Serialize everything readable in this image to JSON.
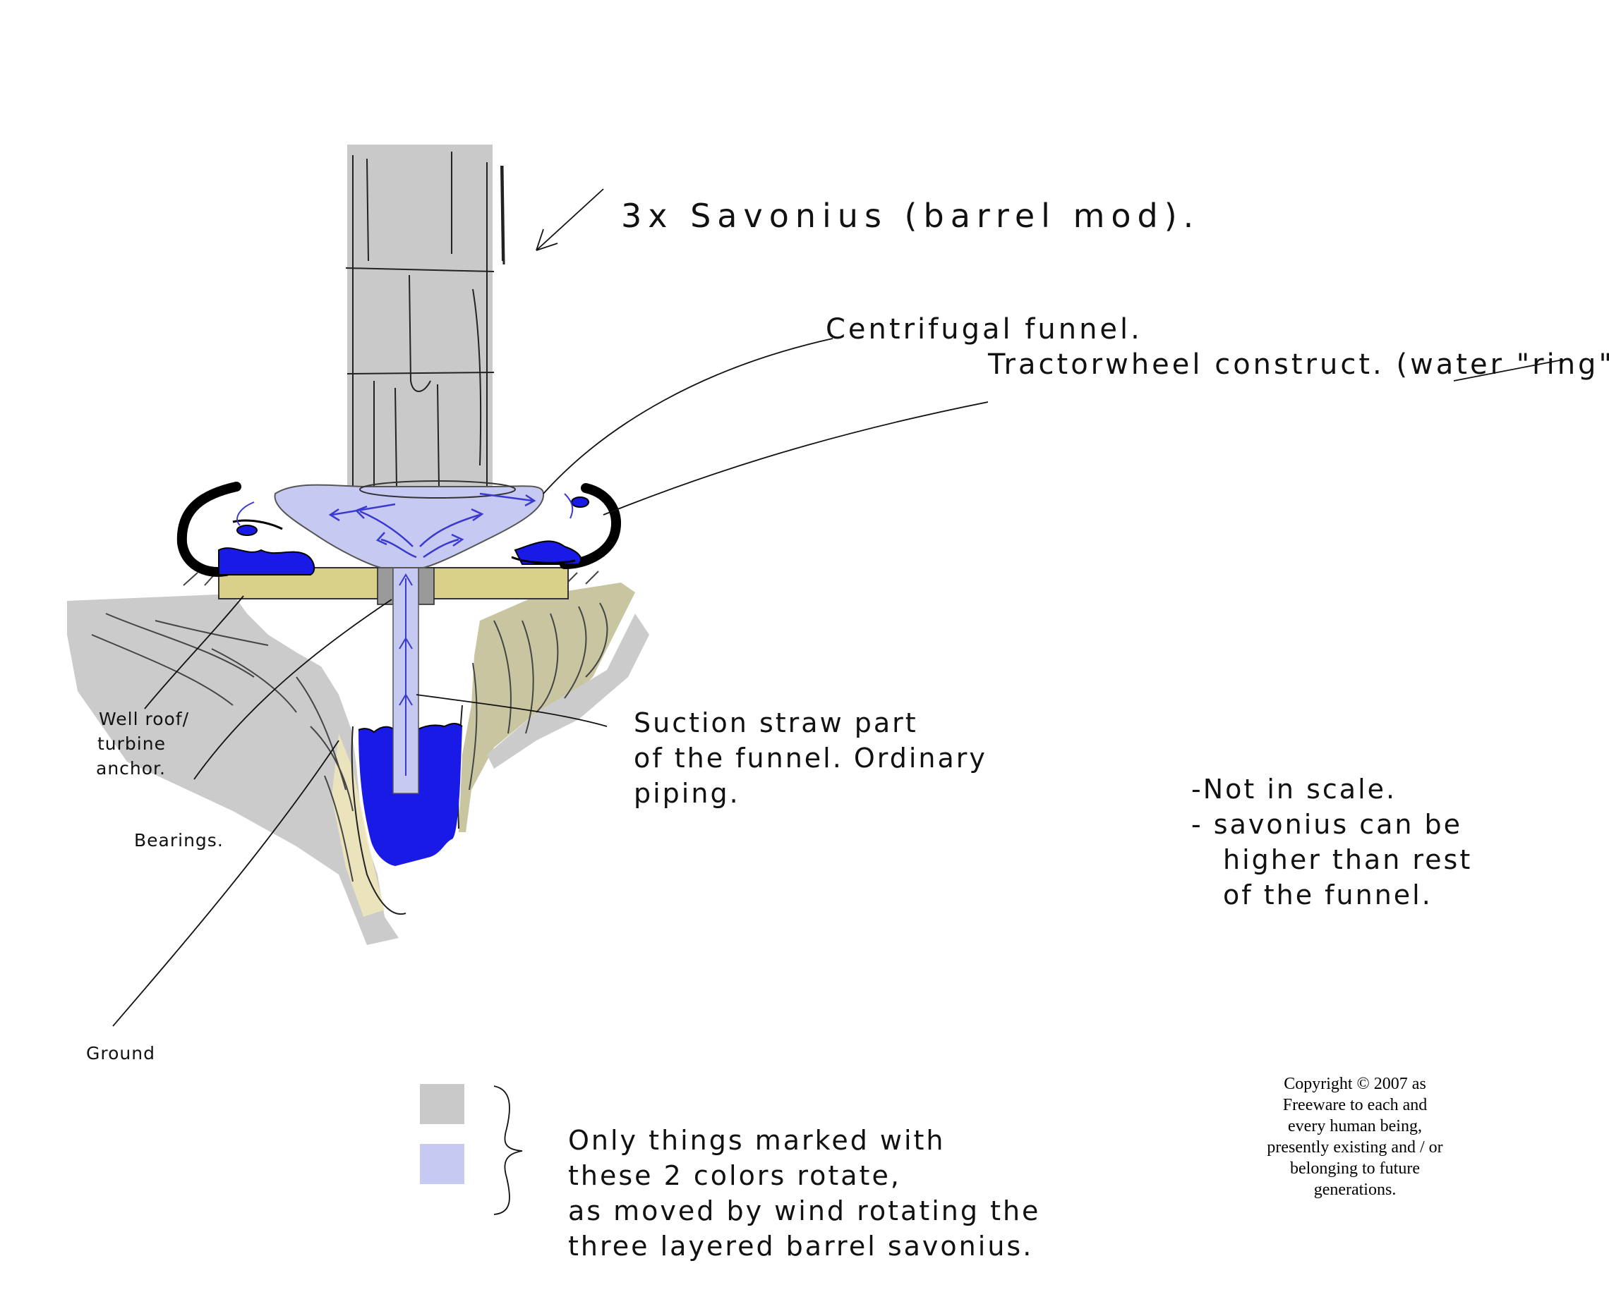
{
  "labels": {
    "savonius": "3x Savonius (barrel mod).",
    "funnel": "Centrifugal funnel.",
    "construct": "Tractorwheel construct. (water \"ring\").",
    "well_roof_1": "Well roof/",
    "well_roof_2": "turbine",
    "well_roof_3": "anchor.",
    "bearings": "Bearings.",
    "ground": "Ground",
    "straw_1": "Suction straw part",
    "straw_2": "of the funnel. Ordinary",
    "straw_3": "piping.",
    "notes_1": "-Not in scale.",
    "notes_2": "- savonius can be",
    "notes_3": "higher than rest",
    "notes_4": "of the funnel."
  },
  "legend": {
    "line_1": "Only things marked with",
    "line_2": "these 2 colors rotate,",
    "line_3": "as moved by wind rotating the",
    "line_4": "three layered barrel savonius."
  },
  "copyright": [
    "Copyright © 2007  as",
    "Freeware to each and",
    "every human being,",
    "presently existing and / or",
    "belonging to future",
    "generations."
  ],
  "colors": {
    "rotor_gray": "#c9c9c9",
    "funnel_lavender": "#c6c9f2",
    "water_blue": "#1a1ae6",
    "wood": "#d9d08a",
    "ground_gray": "#c9c9c9",
    "ground_khaki": "#c8c5a0"
  }
}
